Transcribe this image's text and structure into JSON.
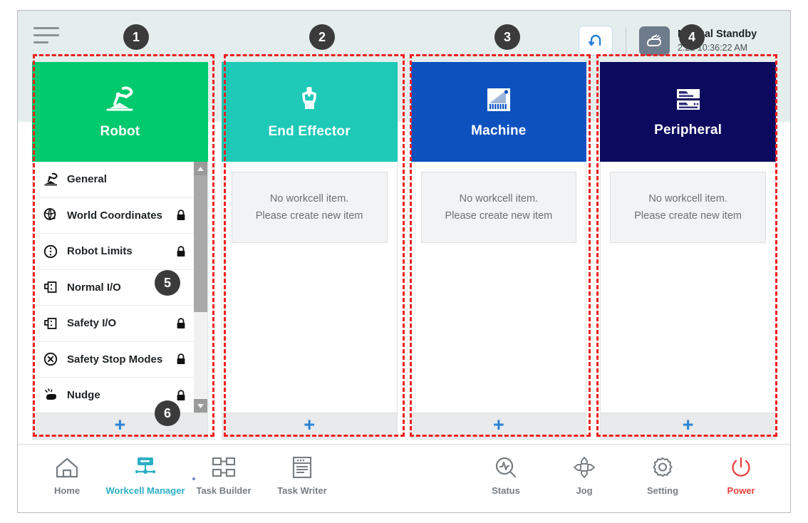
{
  "header": {
    "menu_icon": "hamburger-menu-icon",
    "reset_icon": "reset-arc-icon",
    "mode_icon": "manual-hand-icon",
    "mode_title": "Manual Standby",
    "mode_timestamp": "2.22 10:36:22 AM"
  },
  "cards": [
    {
      "id": "robot",
      "title": "Robot",
      "icon": "robot-arm-icon",
      "color": "#00c96e",
      "add_label": "+",
      "has_list": true,
      "items": [
        {
          "label": "General",
          "icon": "robot-arm-icon",
          "locked": false
        },
        {
          "label": "World Coordinates",
          "icon": "globe-coordinates-icon",
          "locked": true
        },
        {
          "label": "Robot Limits",
          "icon": "limits-circle-icon",
          "locked": true
        },
        {
          "label": "Normal I/O",
          "icon": "io-port-icon",
          "locked": false
        },
        {
          "label": "Safety I/O",
          "icon": "io-port-icon",
          "locked": true
        },
        {
          "label": "Safety Stop Modes",
          "icon": "stop-circle-x-icon",
          "locked": true
        },
        {
          "label": "Nudge",
          "icon": "hand-nudge-icon",
          "locked": true
        }
      ]
    },
    {
      "id": "end-effector",
      "title": "End Effector",
      "icon": "gripper-icon",
      "color": "#1ec9b7",
      "add_label": "+",
      "has_list": false,
      "empty_line1": "No workcell item.",
      "empty_line2": "Please create new item"
    },
    {
      "id": "machine",
      "title": "Machine",
      "icon": "machine-chart-icon",
      "color": "#0d51bf",
      "add_label": "+",
      "has_list": false,
      "empty_line1": "No workcell item.",
      "empty_line2": "Please create new item"
    },
    {
      "id": "peripheral",
      "title": "Peripheral",
      "icon": "peripheral-rack-icon",
      "color": "#0c0a5e",
      "add_label": "+",
      "has_list": false,
      "empty_line1": "No workcell item.",
      "empty_line2": "Please create new item"
    }
  ],
  "nav_left": [
    {
      "label": "Home",
      "icon": "home-icon",
      "active": false
    },
    {
      "label": "Workcell Manager",
      "icon": "workcell-manager-icon",
      "active": true
    },
    {
      "label": "Task Builder",
      "icon": "task-builder-icon",
      "active": false
    },
    {
      "label": "Task Writer",
      "icon": "task-writer-icon",
      "active": false
    }
  ],
  "nav_right": [
    {
      "label": "Status",
      "icon": "status-magnifier-icon",
      "active": false
    },
    {
      "label": "Jog",
      "icon": "jog-dpad-icon",
      "active": false
    },
    {
      "label": "Setting",
      "icon": "gear-icon",
      "active": false
    },
    {
      "label": "Power",
      "icon": "power-icon",
      "active": false
    }
  ],
  "annotations": [
    {
      "number": "1"
    },
    {
      "number": "2"
    },
    {
      "number": "3"
    },
    {
      "number": "4"
    },
    {
      "number": "5"
    },
    {
      "number": "6"
    }
  ],
  "colors": {
    "annotation": "#ef2020",
    "badge": "#3b3b3b",
    "accent_blue": "#2a84d6",
    "active_teal": "#2bafc4",
    "power_red": "#e8413c"
  }
}
